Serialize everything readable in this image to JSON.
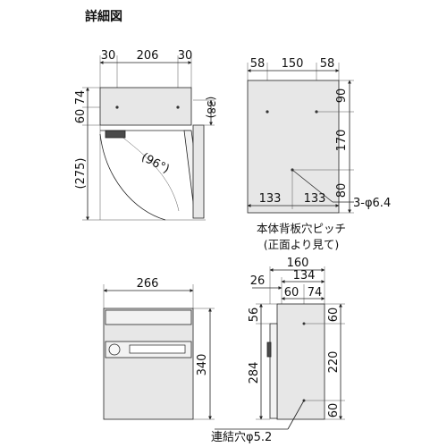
{
  "title": "詳細図",
  "views": {
    "side_top": {
      "top_dims": [
        "30",
        "206",
        "30"
      ],
      "left_dims": [
        "74",
        "60",
        "(275)"
      ],
      "right_dim": "(38)",
      "angle": "(96°)"
    },
    "back": {
      "top_dims": [
        "58",
        "150",
        "58"
      ],
      "right_dims": [
        "90",
        "170",
        "80"
      ],
      "bottom_dims": [
        "133",
        "133"
      ],
      "hole_note": "3-φ6.4",
      "caption_line1": "本体背板穴ピッチ",
      "caption_line2": "(正面より見て)"
    },
    "front": {
      "width_dim": "266",
      "height_dim": "340"
    },
    "side": {
      "top_dims": [
        "160",
        "134"
      ],
      "top_dims_2": [
        "26",
        "60",
        "74"
      ],
      "left_dims": [
        "56",
        "284"
      ],
      "right_dims": [
        "60",
        "220",
        "60"
      ],
      "hole_note": "連結穴φ5.2"
    }
  }
}
